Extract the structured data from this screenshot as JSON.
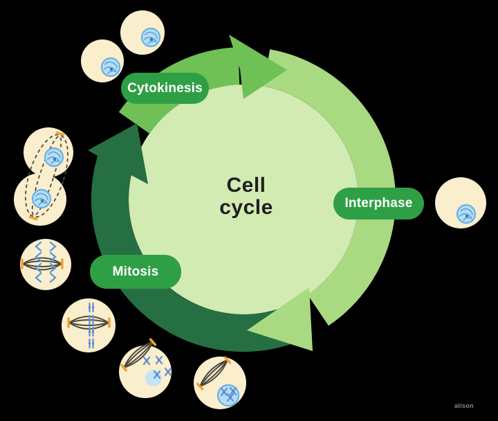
{
  "title": "Cell cycle diagram",
  "center_label": {
    "line1": "Cell",
    "line2": "cycle"
  },
  "stage_labels": {
    "cytokinesis": "Cytokinesis",
    "interphase": "Interphase",
    "mitosis": "Mitosis"
  },
  "watermark": "alison",
  "figures": [
    "daughter-cells-icon",
    "telophase-cell-icon",
    "anaphase-cell-icon",
    "metaphase-cell-icon",
    "prometaphase-cell-icon",
    "prophase-cell-icon",
    "interphase-cell-icon"
  ],
  "colors": {
    "background": "#000000",
    "pill_green": "#2f9f46",
    "arrow_dark": "#266f43",
    "arrow_medium": "#6fc155",
    "arrow_light": "#a9da82",
    "circle_pale": "#d2ebb2",
    "cell_cream": "#faeecd",
    "nucleus_fill": "#b5ddf5",
    "nucleus_stroke": "#6bb0e2",
    "nucleus_line": "#5fa3d8",
    "spindle": "#4d4a3f",
    "centrosome_orange": "#f0a32f",
    "chromosome_blue": "#5b9bd9",
    "centromere_purple": "#8f6cc9",
    "text_dark": "#1f1f1f",
    "watermark_gray": "#8b8b8b"
  }
}
